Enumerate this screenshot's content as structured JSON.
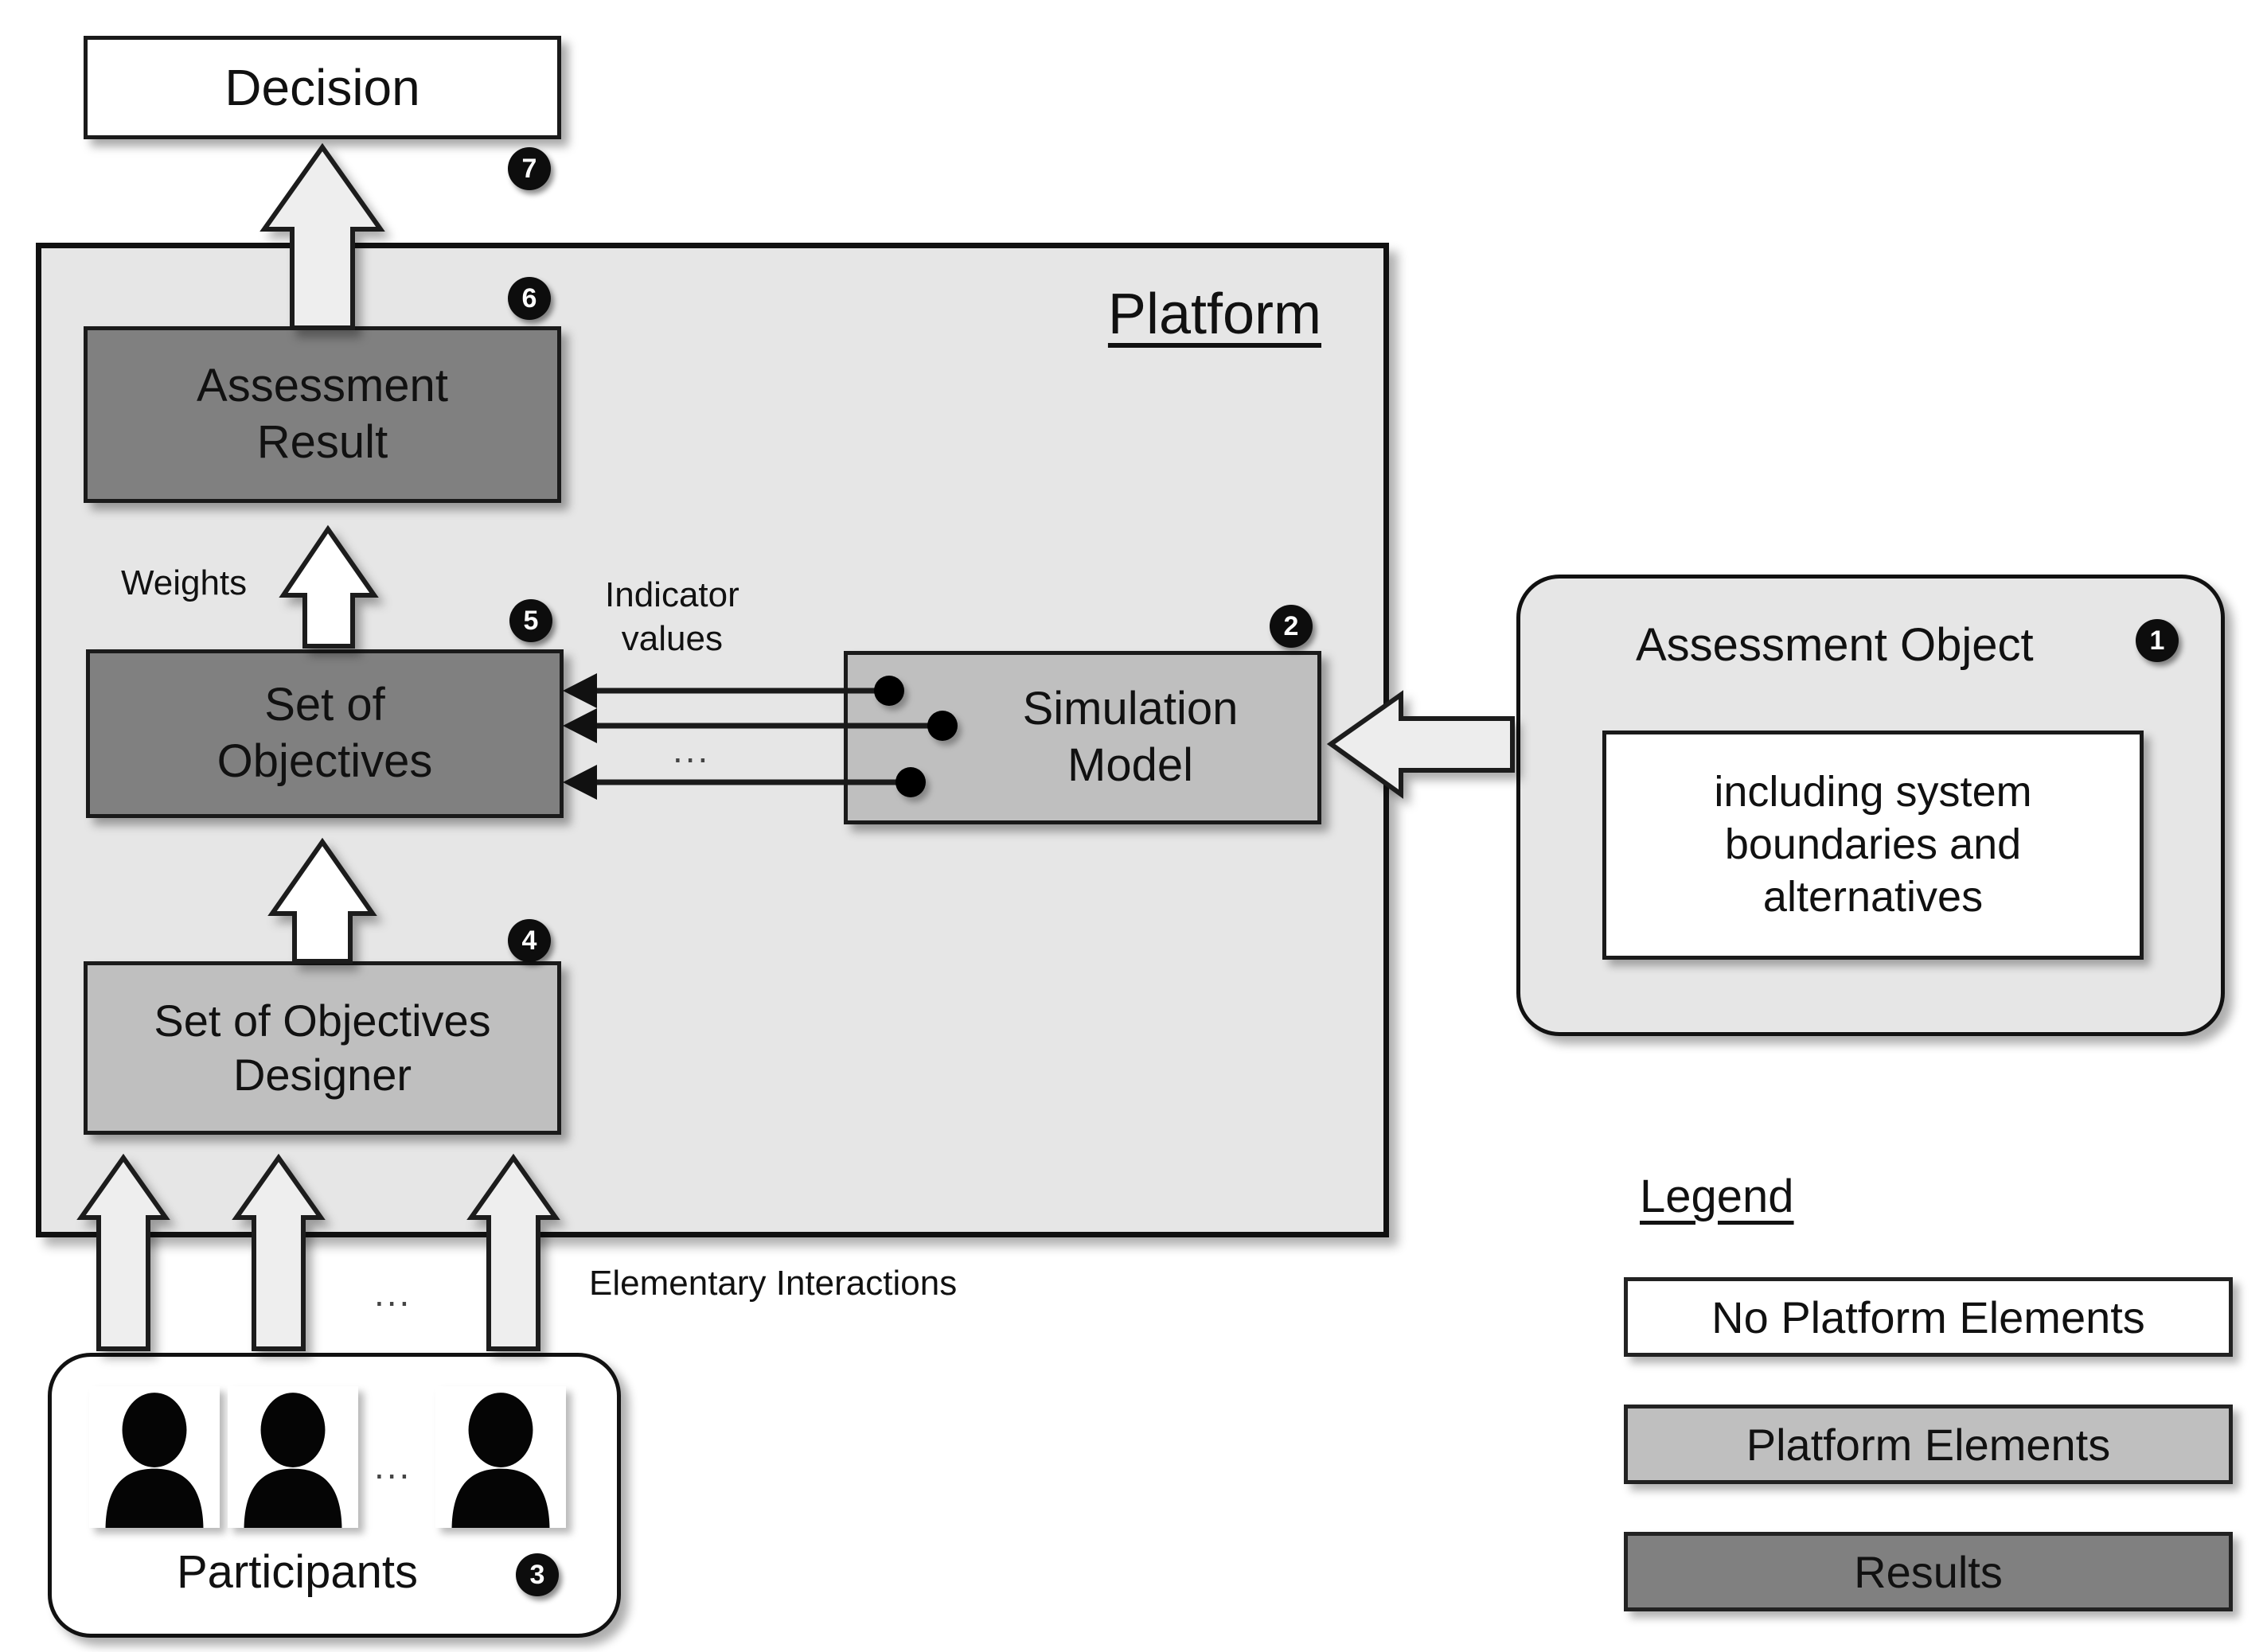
{
  "diagram": {
    "platform": {
      "title": "Platform"
    },
    "decision": {
      "label": "Decision",
      "badge": "7"
    },
    "assessment_result": {
      "label": "Assessment\nResult",
      "badge": "6"
    },
    "weights_label": "Weights",
    "set_of_objectives": {
      "label": "Set of\nObjectives",
      "badge": "5"
    },
    "indicator_values_label": "Indicator\nvalues",
    "indicator_ellipsis": "...",
    "simulation_model": {
      "label": "Simulation\nModel",
      "badge": "2"
    },
    "assessment_object": {
      "title": "Assessment Object",
      "badge": "1",
      "inner_text": "including system\nboundaries and\nalternatives"
    },
    "set_of_objectives_designer": {
      "label": "Set of Objectives\nDesigner",
      "badge": "4"
    },
    "elementary_interactions_label": "Elementary Interactions",
    "interactions_ellipsis": "...",
    "participants": {
      "label": "Participants",
      "badge": "3",
      "ellipsis": "...",
      "icons": [
        "person-icon",
        "person-icon",
        "person-icon"
      ]
    },
    "legend": {
      "title": "Legend",
      "items": [
        {
          "label": "No Platform Elements",
          "color": "#ffffff"
        },
        {
          "label": "Platform Elements",
          "color": "#bfbfbf"
        },
        {
          "label": "Results",
          "color": "#808080"
        }
      ]
    },
    "colors": {
      "platform_fill": "#e6e6e6",
      "platform_elements": "#bfbfbf",
      "results": "#808080",
      "no_platform_elements": "#ffffff",
      "outline": "#111111",
      "badge": "#0d0d0d"
    }
  }
}
